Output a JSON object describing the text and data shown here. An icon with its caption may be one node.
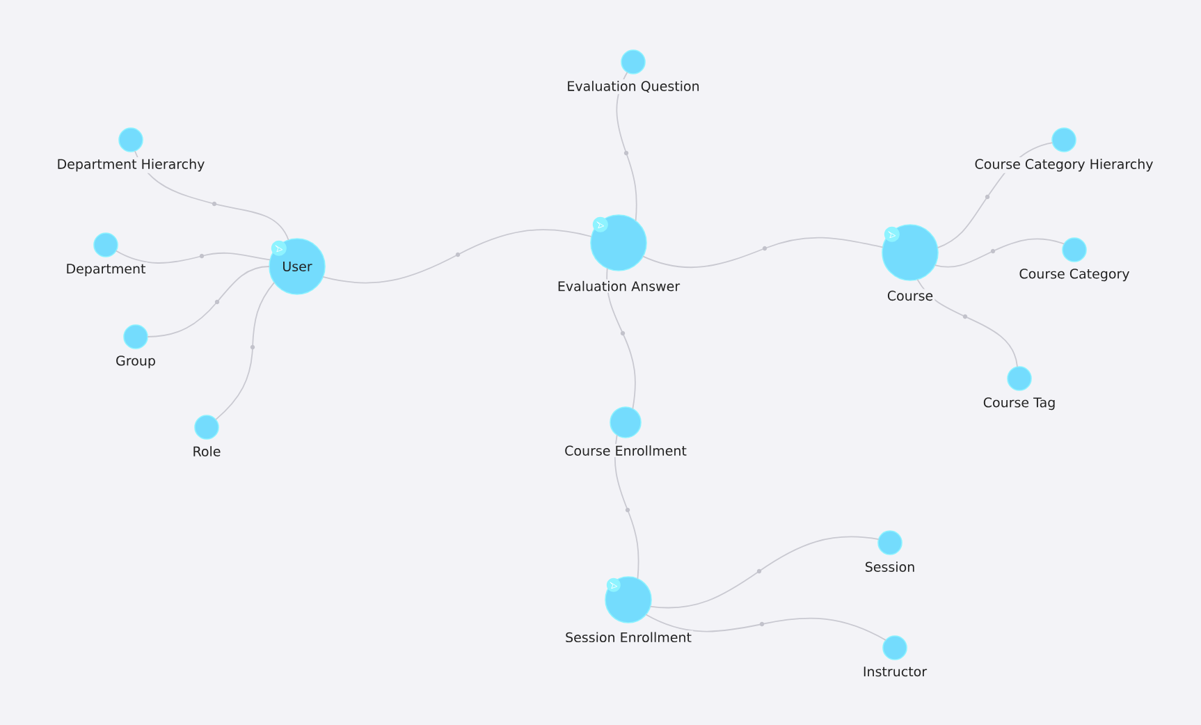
{
  "diagram": {
    "nodes": [
      {
        "text": [
          "User"
        ]
      },
      {
        "text": [
          "Department Hierarchy"
        ]
      },
      {
        "text": [
          "Department"
        ]
      },
      {
        "text": [
          "Group"
        ]
      },
      {
        "text": [
          "Role"
        ]
      },
      {
        "text": [
          "Evaluation Question"
        ]
      },
      {
        "text": [
          "Evaluation Answer"
        ]
      },
      {
        "text": [
          "Course Enrollment"
        ]
      },
      {
        "text": [
          "Session Enrollment"
        ]
      },
      {
        "text": [
          "Session"
        ]
      },
      {
        "text": [
          "Instructor"
        ]
      },
      {
        "text": [
          "Course"
        ]
      },
      {
        "text": [
          "Course Category Hierarchy"
        ]
      },
      {
        "text": [
          "Course Category"
        ]
      },
      {
        "text": [
          "Course Tag"
        ]
      }
    ],
    "edges": [
      {
        "from": 1,
        "to": 0,
        "arrow": "none"
      },
      {
        "from": 2,
        "to": 0,
        "arrow": "none"
      },
      {
        "from": 3,
        "to": 0,
        "arrow": "none"
      },
      {
        "from": 4,
        "to": 0,
        "arrow": "none"
      },
      {
        "from": 0,
        "to": 6,
        "arrow": "none"
      },
      {
        "from": 6,
        "to": 5,
        "arrow": "none"
      },
      {
        "from": 6,
        "to": 11,
        "arrow": "none"
      },
      {
        "from": 6,
        "to": 7,
        "arrow": "none"
      },
      {
        "from": 7,
        "to": 8,
        "arrow": "none"
      },
      {
        "from": 11,
        "to": 12,
        "arrow": "none"
      },
      {
        "from": 11,
        "to": 13,
        "arrow": "none"
      },
      {
        "from": 11,
        "to": 14,
        "arrow": "none"
      },
      {
        "from": 8,
        "to": 9,
        "arrow": "none"
      },
      {
        "from": 8,
        "to": 10,
        "arrow": "none"
      }
    ]
  }
}
